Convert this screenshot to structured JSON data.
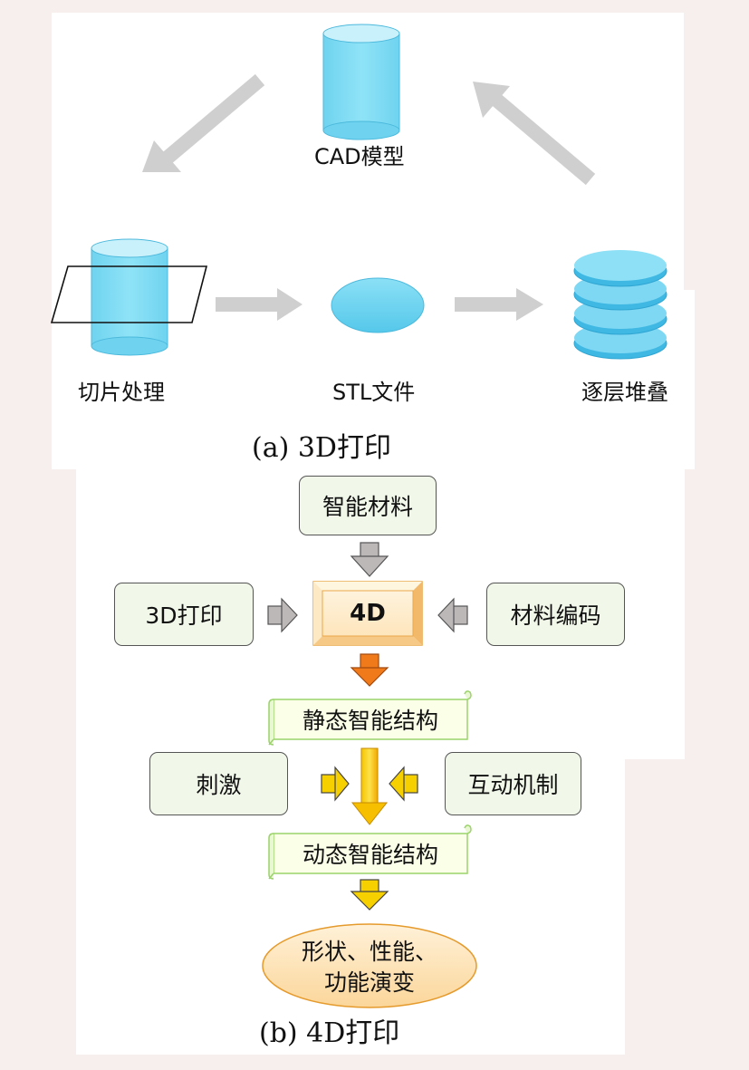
{
  "panel_a": {
    "caption": "(a)  3D打印",
    "cad_label": "CAD模型",
    "slice_label": "切片处理",
    "stl_label": "STL文件",
    "stack_label": "逐层堆叠"
  },
  "panel_b": {
    "caption": "(b)   4D打印",
    "smart_material": "智能材料",
    "print_3d": "3D打印",
    "center": "4D",
    "material_coding": "材料编码",
    "static_structure": "静态智能结构",
    "stimulus": "刺激",
    "interaction": "互动机制",
    "dynamic_structure": "动态智能结构",
    "result_line1": "形状、性能、",
    "result_line2": "功能演变"
  },
  "colors": {
    "cylinder_fill": "#7fdcf3",
    "cylinder_top": "#c9f1fb",
    "arrow_gray": "#cfcfcf",
    "box_fill": "#f1f8ea",
    "center_fill": "#fde9c4",
    "orange_arrow": "#f07a1a",
    "yellow_arrow": "#f7d000",
    "ellipse_fill": "#fde0b0"
  }
}
